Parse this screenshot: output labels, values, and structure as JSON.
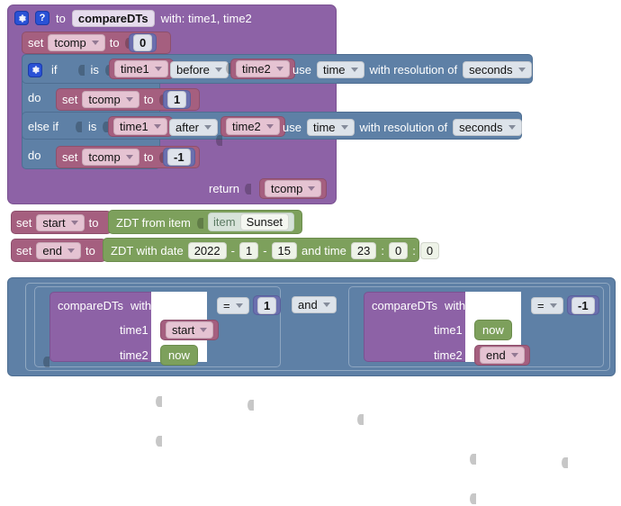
{
  "editor": {
    "name": "blockly-workspace",
    "background": "#ffffff"
  },
  "colors": {
    "procedure_purple": "#8d62a6",
    "control_blue": "#5e80a6",
    "variable_mauve": "#a55f7f",
    "datetime_green": "#7da05c",
    "number_indigo": "#6b6fae",
    "icon_blue": "#2a52d6"
  },
  "procedure_definition": {
    "gear_icon": "gear-icon",
    "help_icon": "question-mark-icon",
    "to_label": "to",
    "name": "compareDTs",
    "with_label": "with: time1, time2",
    "body": {
      "init_set": {
        "set_label": "set",
        "variable": "tcomp",
        "to_label": "to",
        "value": "0"
      },
      "if_block": {
        "gear_icon": "gear-icon",
        "if_label": "if",
        "condition": {
          "is_label": "is",
          "left": "time1",
          "operator": "before",
          "right": "time2",
          "use_label": "use",
          "use_value": "time",
          "resolution_label": "with resolution of",
          "resolution_value": "seconds"
        },
        "do_label": "do",
        "do_statement": {
          "set_label": "set",
          "variable": "tcomp",
          "to_label": "to",
          "value": "1"
        },
        "else_if_label": "else if",
        "else_if_condition": {
          "is_label": "is",
          "left": "time1",
          "operator": "after",
          "right": "time2",
          "use_label": "use",
          "use_value": "time",
          "resolution_label": "with resolution of",
          "resolution_value": "seconds"
        },
        "else_do_label": "do",
        "else_do_statement": {
          "set_label": "set",
          "variable": "tcomp",
          "to_label": "to",
          "value": "-1"
        }
      },
      "return": {
        "return_label": "return",
        "value": "tcomp"
      }
    }
  },
  "assignments": [
    {
      "set_label": "set",
      "variable": "start",
      "to_label": "to",
      "value_block": {
        "label": "ZDT from item",
        "item_label": "item",
        "item_value": "Sunset"
      }
    },
    {
      "set_label": "set",
      "variable": "end",
      "to_label": "to",
      "value_block": {
        "label": "ZDT with date",
        "year": "2022",
        "sep1": "-",
        "month": "1",
        "sep2": "-",
        "day": "15",
        "and_time_label": "and time",
        "hour": "23",
        "colon1": ":",
        "minute": "0",
        "colon2": ":",
        "second": "0"
      }
    }
  ],
  "condition_panel": {
    "join_operator": "and",
    "comparisons": [
      {
        "call": {
          "name": "compareDTs",
          "with_label": "with:",
          "args": [
            {
              "label": "time1",
              "value": "start",
              "kind": "variable"
            },
            {
              "label": "time2",
              "value": "now",
              "kind": "datetime"
            }
          ]
        },
        "operator": "=",
        "operand": "1"
      },
      {
        "call": {
          "name": "compareDTs",
          "with_label": "with:",
          "args": [
            {
              "label": "time1",
              "value": "now",
              "kind": "datetime"
            },
            {
              "label": "time2",
              "value": "end",
              "kind": "variable"
            }
          ]
        },
        "operator": "=",
        "operand": "-1"
      }
    ]
  }
}
